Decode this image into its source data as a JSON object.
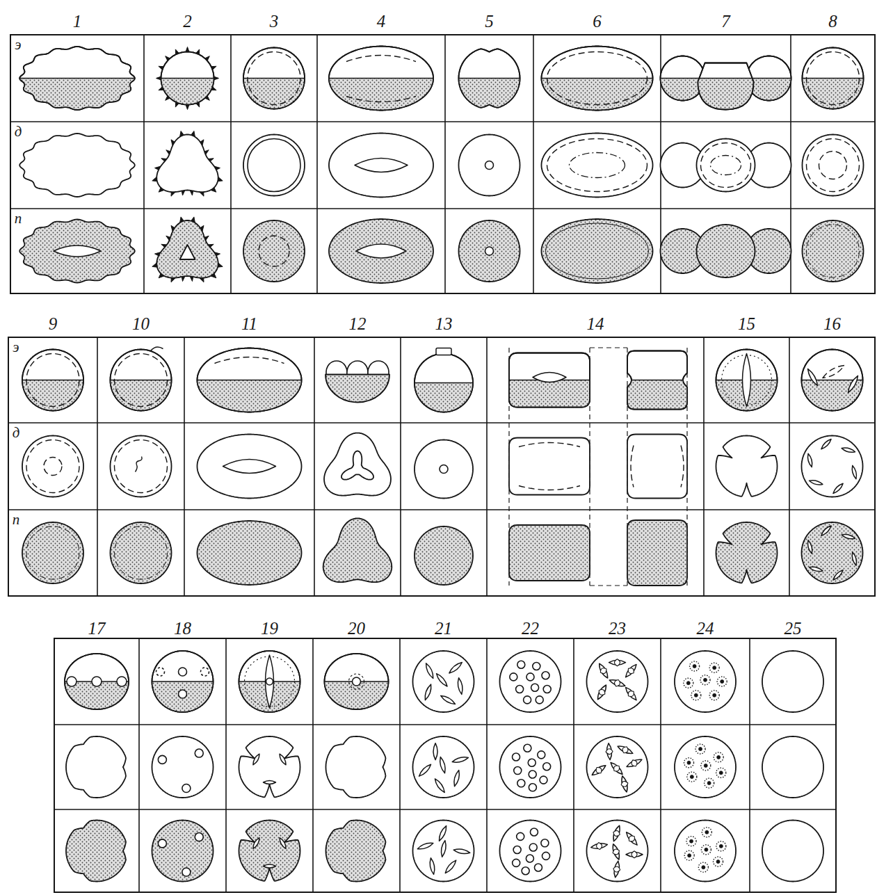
{
  "diagram": {
    "labels": [
      "1",
      "2",
      "3",
      "4",
      "5",
      "6",
      "7",
      "8",
      "э",
      "д",
      "п",
      "9",
      "10",
      "11",
      "12",
      "13",
      "14",
      "15",
      "16",
      "э",
      "д",
      "п",
      "17",
      "18",
      "19",
      "20",
      "21",
      "22",
      "23",
      "24",
      "25"
    ]
  }
}
